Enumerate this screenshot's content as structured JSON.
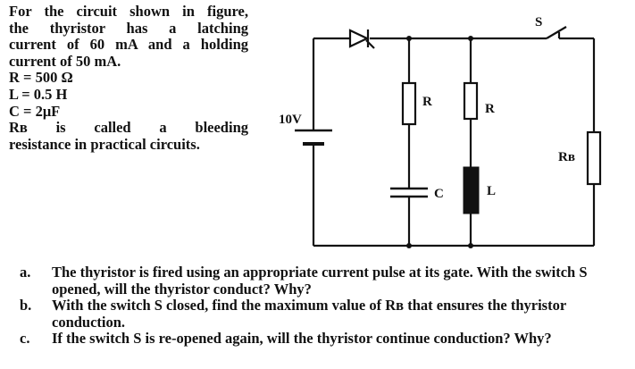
{
  "problem": {
    "given_lines": [
      "For the circuit shown in figure,",
      "the thyristor has a latching",
      "current of 60 mA and a holding",
      "current of 50 mA.",
      "R = 500 Ω",
      "L = 0.5 H",
      "C = 2μF",
      "Rʙ is called a bleeding",
      "resistance in practical circuits."
    ],
    "questions": [
      {
        "label": "a.",
        "text": "The thyristor is fired using an appropriate current pulse at its gate. With the switch S opened, will the thyristor conduct? Why?"
      },
      {
        "label": "b.",
        "text": "With the switch S closed, find the maximum value of Rʙ that ensures the thyristor conduction."
      },
      {
        "label": "c.",
        "text": "If the switch S is re-opened again, will the thyristor continue conduction? Why?"
      }
    ]
  },
  "circuit": {
    "source_label": "10V",
    "r1_label": "R",
    "r2_label": "R",
    "c_label": "C",
    "l_label": "L",
    "rb_label": "Rʙ",
    "switch_label": "S"
  }
}
